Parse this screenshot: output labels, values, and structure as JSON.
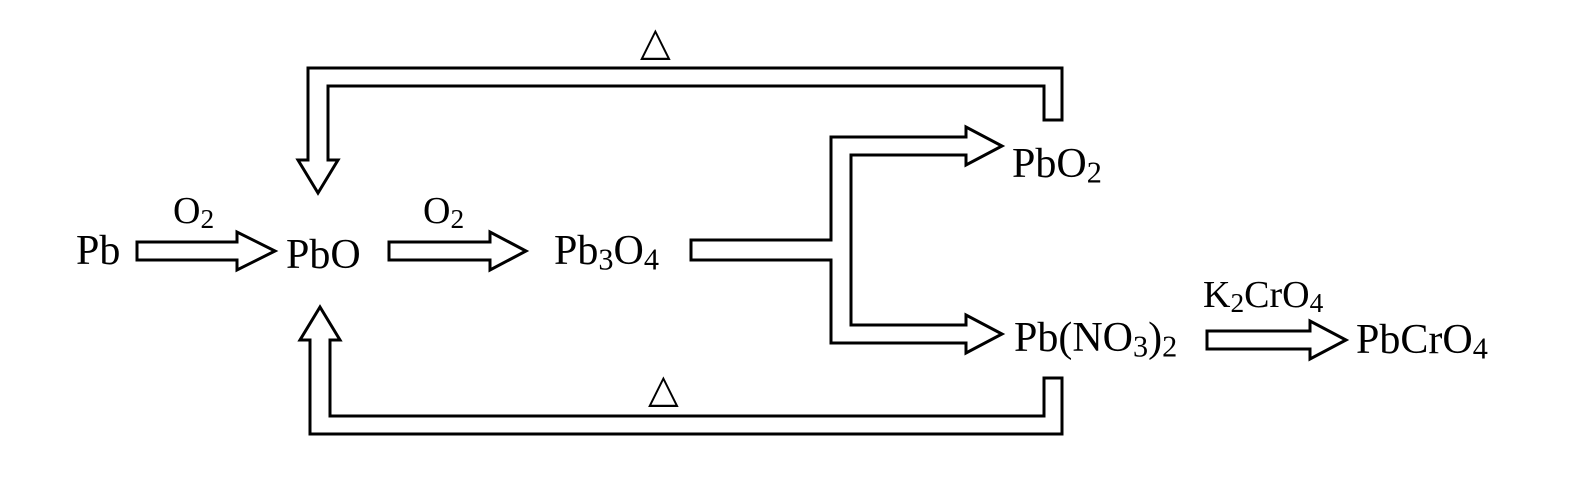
{
  "species": {
    "pb": "Pb",
    "pbo": "PbO",
    "pb3o4": {
      "a": "Pb",
      "s1": "3",
      "b": "O",
      "s2": "4"
    },
    "pbo2": {
      "a": "PbO",
      "s1": "2"
    },
    "pbno32": {
      "a": "Pb(NO",
      "s1": "3",
      "b": ")",
      "s2": "2"
    },
    "pbcro4": {
      "a": "PbCrO",
      "s1": "4"
    }
  },
  "conditions": {
    "o2_first": {
      "a": "O",
      "s1": "2"
    },
    "o2_second": {
      "a": "O",
      "s1": "2"
    },
    "k2cro4": {
      "a": "K",
      "s1": "2",
      "b": "CrO",
      "s2": "4"
    },
    "heat_top": "△",
    "heat_bottom": "△"
  }
}
